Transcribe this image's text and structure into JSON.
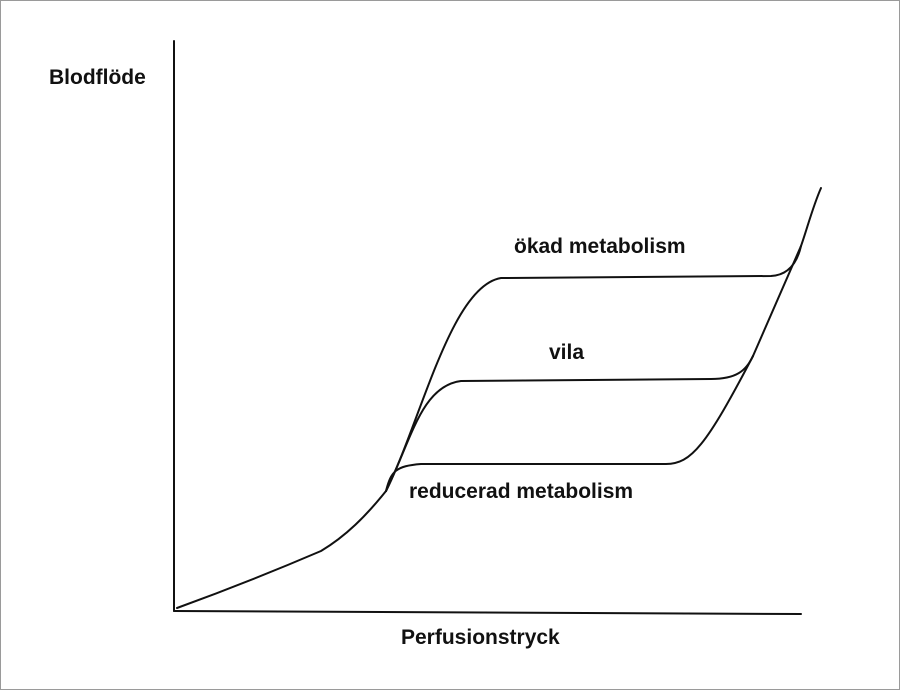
{
  "diagram": {
    "y_axis_label": "Blodflöde",
    "x_axis_label": "Perfusionstryck",
    "curves": [
      {
        "label": "ökad metabolism"
      },
      {
        "label": "vila"
      },
      {
        "label": "reducerad metabolism"
      }
    ]
  }
}
